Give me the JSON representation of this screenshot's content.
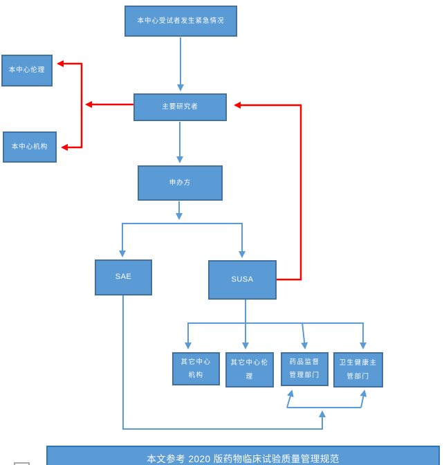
{
  "colors": {
    "node_fill": "#5b9bd5",
    "node_border": "#41719c",
    "connector_blue": "#5b9bd5",
    "connector_red": "#ff0000",
    "footer_fill": "#5b9bd5",
    "footer_border": "#2e75b6",
    "handle_border": "#a6a6a6"
  },
  "diagram": {
    "nodes": {
      "emergency": {
        "label": "本中心受试者发生紧急情况"
      },
      "center_ethics": {
        "label": "本中心伦理"
      },
      "center_institution": {
        "label": "本中心机构"
      },
      "pi": {
        "label": "主要研究者"
      },
      "sponsor": {
        "label": "申办方"
      },
      "sae": {
        "label": "SAE"
      },
      "susa": {
        "label": "SUSA"
      },
      "other_center_institution": {
        "line1": "其它中心",
        "line2": "机构"
      },
      "other_center_ethics": {
        "line1": "其它中心伦",
        "line2": "理"
      },
      "drug_admin": {
        "line1": "药品监督",
        "line2": "管理部门"
      },
      "health_admin": {
        "line1": "卫生健康主",
        "line2": "管部门"
      }
    },
    "footer": {
      "label": "本文参考 2020 版药物临床试验质量管理规范"
    }
  }
}
